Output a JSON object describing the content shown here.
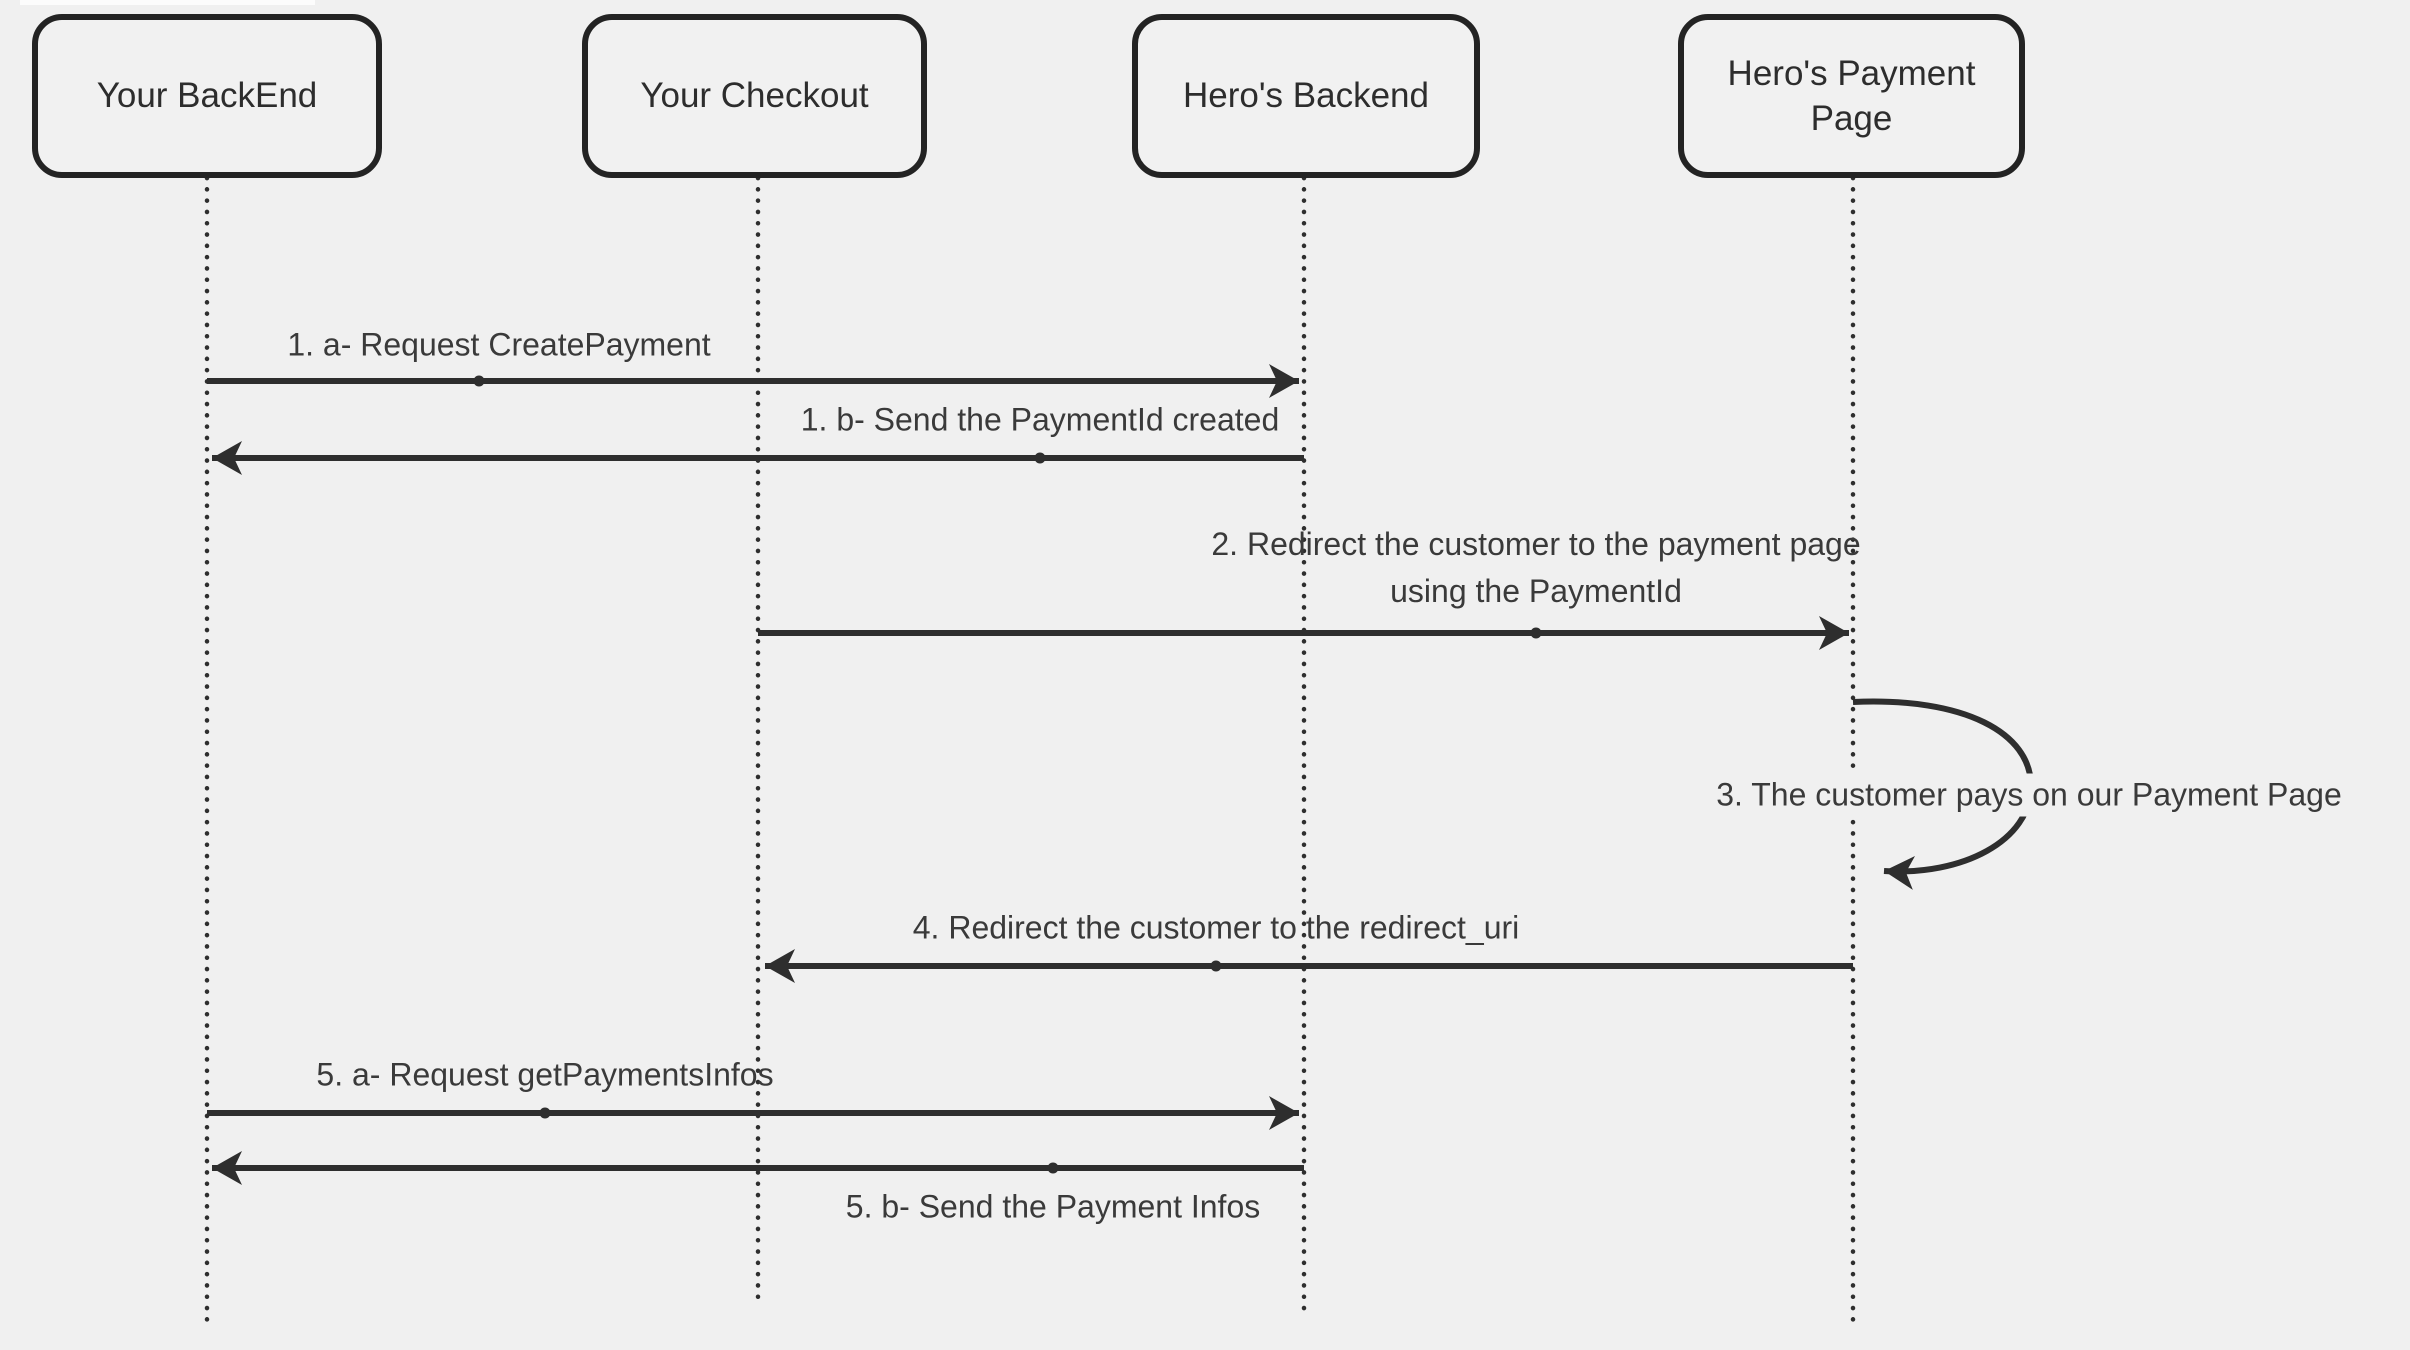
{
  "canvas": {
    "background": "#f0f0f0",
    "stroke_color": "#2e2e2e",
    "box_border_color": "#232323",
    "box_fill": "#f1f1f1",
    "actor_text_color": "#2d2d2d",
    "message_text_color": "#3a3a3a"
  },
  "actors": [
    {
      "label": "Your BackEnd"
    },
    {
      "label": "Your Checkout"
    },
    {
      "label": "Hero's Backend"
    },
    {
      "label": "Hero's Payment Page"
    }
  ],
  "messages": [
    {
      "text": "1. a- Request CreatePayment",
      "from": "Your BackEnd",
      "to": "Hero's Backend",
      "direction": "right"
    },
    {
      "text": "1. b- Send the PaymentId created",
      "from": "Hero's Backend",
      "to": "Your BackEnd",
      "direction": "left"
    },
    {
      "text": "2. Redirect the customer to the payment page using the PaymentId",
      "from": "Your Checkout",
      "to": "Hero's Payment Page",
      "direction": "right"
    },
    {
      "text": "3. The customer pays on our Payment Page",
      "from": "Hero's Payment Page",
      "to": "Hero's Payment Page",
      "direction": "self"
    },
    {
      "text": "4. Redirect the customer to the redirect_uri",
      "from": "Hero's Payment Page",
      "to": "Your Checkout",
      "direction": "left"
    },
    {
      "text": "5. a- Request getPaymentsInfos",
      "from": "Your BackEnd",
      "to": "Hero's Backend",
      "direction": "right"
    },
    {
      "text": "5. b- Send the Payment Infos",
      "from": "Hero's Backend",
      "to": "Your BackEnd",
      "direction": "left"
    }
  ]
}
